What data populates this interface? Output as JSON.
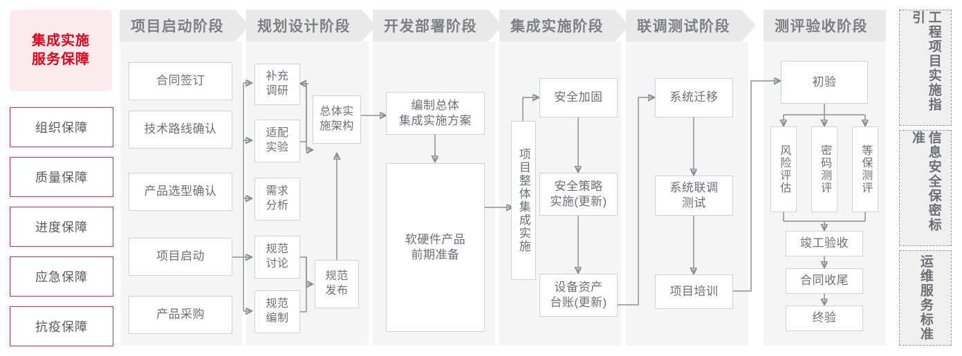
{
  "left_panel": {
    "title": "集成实施\n服务保障",
    "title_line1": "集成实施",
    "title_line2": "服务保障",
    "items": [
      {
        "label": "组织保障"
      },
      {
        "label": "质量保障"
      },
      {
        "label": "进度保障"
      },
      {
        "label": "应急保障"
      },
      {
        "label": "抗疫保障"
      }
    ],
    "accent_color": "#e2001a",
    "box_border_color": "#c8304c",
    "title_bg": "#fcebee"
  },
  "phases": [
    {
      "label": "项目启动阶段"
    },
    {
      "label": "规划设计阶段"
    },
    {
      "label": "开发部署阶段"
    },
    {
      "label": "集成实施阶段"
    },
    {
      "label": "联调测试阶段"
    },
    {
      "label": "测评验收阶段"
    }
  ],
  "nodes": {
    "p1": [
      {
        "label": "合同签订"
      },
      {
        "label": "技术路线确认"
      },
      {
        "label": "产品选型确认"
      },
      {
        "label": "项目启动"
      },
      {
        "label": "产品采购"
      }
    ],
    "p2": [
      {
        "label": "补充\n调研",
        "l1": "补充",
        "l2": "调研"
      },
      {
        "label": "适配\n实验",
        "l1": "适配",
        "l2": "实验"
      },
      {
        "label": "需求\n分析",
        "l1": "需求",
        "l2": "分析"
      },
      {
        "label": "规范\n讨论",
        "l1": "规范",
        "l2": "讨论"
      },
      {
        "label": "规范\n编制",
        "l1": "规范",
        "l2": "编制"
      },
      {
        "label": "总体实\n施架构",
        "l1": "总体实",
        "l2": "施架构"
      },
      {
        "label": "规范\n发布",
        "l1": "规范",
        "l2": "发布"
      }
    ],
    "p3": [
      {
        "label": "编制总体\n集成实施方案",
        "l1": "编制总体",
        "l2": "集成实施方案"
      },
      {
        "label": "软硬件产品\n前期准备",
        "l1": "软硬件产品",
        "l2": "前期准备"
      }
    ],
    "p4": [
      {
        "label": "项目整体集成实施"
      },
      {
        "label": "安全加固"
      },
      {
        "label": "安全策略\n实施(更新)",
        "l1": "安全策略",
        "l2": "实施(更新)"
      },
      {
        "label": "设备资产\n台账(更新)",
        "l1": "设备资产",
        "l2": "台账(更新)"
      }
    ],
    "p5": [
      {
        "label": "系统迁移"
      },
      {
        "label": "系统联调\n测试",
        "l1": "系统联调",
        "l2": "测试"
      },
      {
        "label": "项目培训"
      }
    ],
    "p6": [
      {
        "label": "初验"
      },
      {
        "label": "风险评估"
      },
      {
        "label": "密码测评"
      },
      {
        "label": "等保测评"
      },
      {
        "label": "竣工验收"
      },
      {
        "label": "合同收尾"
      },
      {
        "label": "终验"
      }
    ]
  },
  "standards_rail": [
    {
      "label": "工程项目实施指引",
      "col_right": "程目施引",
      "col_left": "工项实指"
    },
    {
      "label": "信息安全保密标准",
      "col_right": "息全密准",
      "col_left": "信安保标"
    },
    {
      "label": "运维服务标准",
      "col_right": "维务准",
      "col_left": "运服标"
    }
  ],
  "colors": {
    "panel_bg": "#f5f5f5",
    "header_bg": "#e9e9e9",
    "header_text": "#7c7f84",
    "node_border": "#d2d2d2",
    "node_text": "#6c6f74",
    "wire": "#8c8f93",
    "rail_bg": "#efefef",
    "rail_border": "#9a9a9a"
  }
}
